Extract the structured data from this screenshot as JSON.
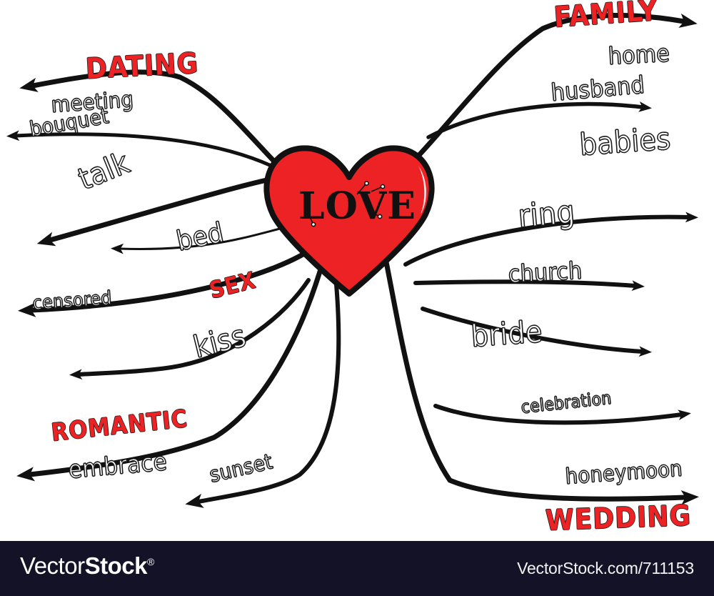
{
  "artwork": {
    "title": "LOVE mind map",
    "center_label": "LOVE",
    "colors": {
      "red": "#ed2224",
      "ink": "#1a1a1a",
      "paper": "#ffffff",
      "footer_bg": "#141226"
    }
  },
  "branches": [
    {
      "id": "dating",
      "heading": "DATING",
      "side": "left",
      "keywords": [
        "meeting",
        "bouquet",
        "talk"
      ]
    },
    {
      "id": "sex",
      "heading": "SEX",
      "side": "left",
      "keywords": [
        "bed",
        "censored"
      ]
    },
    {
      "id": "romantic",
      "heading": "ROMANTIC",
      "side": "left",
      "keywords": [
        "kiss",
        "embrace",
        "sunset"
      ]
    },
    {
      "id": "family",
      "heading": "FAMILY",
      "side": "right",
      "keywords": [
        "home",
        "husband",
        "babies"
      ]
    },
    {
      "id": "wedding",
      "heading": "WEDDING",
      "side": "right",
      "keywords": [
        "ring",
        "church",
        "bride",
        "celebration",
        "honeymoon"
      ]
    }
  ],
  "labels": {
    "family": "FAMILY",
    "home": "home",
    "husband": "husband",
    "babies": "babies",
    "dating": "DATING",
    "meeting": "meeting",
    "bouquet": "bouquet",
    "talk": "talk",
    "bed": "bed",
    "sex": "SEX",
    "censored": "censored",
    "kiss": "kiss",
    "romantic": "ROMANTIC",
    "embrace": "embrace",
    "sunset": "sunset",
    "ring": "ring",
    "church": "church",
    "bride": "bride",
    "celebration": "celebration",
    "honeymoon": "honeymoon",
    "wedding": "WEDDING",
    "love": "LOVE"
  },
  "footer": {
    "logo_thin": "Vector",
    "logo_bold": "Stock",
    "logo_reg": "®",
    "url": "VectorStock.com/711153"
  }
}
